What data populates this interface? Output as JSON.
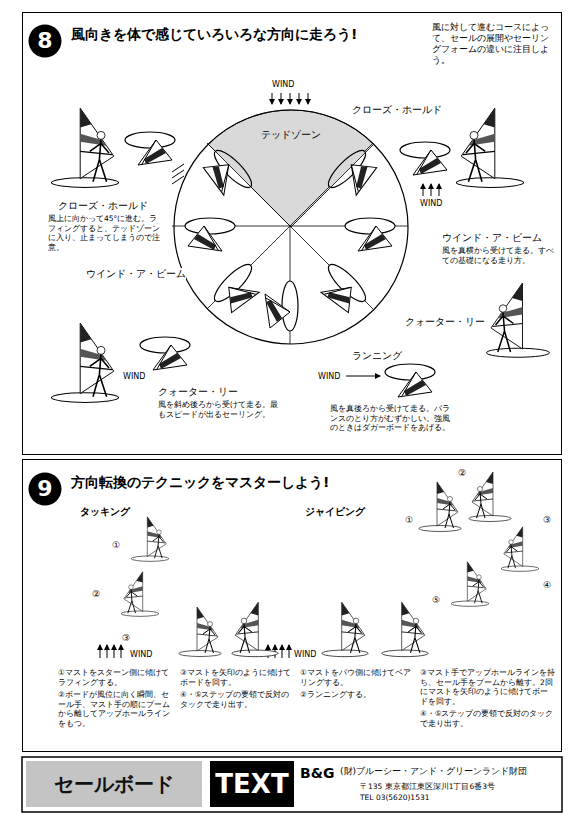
{
  "diagram": {
    "nodes": [
      {
        "text": [
          "風向きを体で感じていろいろな方向に走ろう!"
        ]
      },
      {
        "text": [
          "8"
        ],
        "in": 0
      },
      {
        "text": [
          "テッドゾーン"
        ],
        "in": 0
      },
      {
        "text": [
          "方向転換のテクニックをマスターしよう!"
        ]
      },
      {
        "text": [
          "9"
        ],
        "in": 3
      },
      {
        "text": [
          "セールボード"
        ]
      },
      {
        "text": [
          "TEXT"
        ]
      }
    ],
    "labels": [
      "風に対して進むコースによって、セールの展開やセーリングフォームの違いに注目しよう。",
      "WIND",
      "クローズ・ホールド",
      "クローズ・ホールド",
      "風上に向かって45°に進む。ラフィングすると、テッドゾーンに入り、止まってしまうので注意。",
      "WIND",
      "ウインド・ア・ビーム",
      "風を真横から受けて走る。すべての基礎になる走り方。",
      "ウインド・ア・ビーム",
      "クォーター・リー",
      "ランニング",
      "WIND",
      "WIND",
      "クォーター・リー",
      "風を斜め後ろから受けて走る。最もスピードが出るセーリング。",
      "風を真後ろから受けて走る。バランスのとり方がむずかしい。強風のときはダガーボードをあげる。",
      "タッキング",
      "ジャイビング",
      "①",
      "②",
      "③",
      "①",
      "②",
      "③",
      "④",
      "⑤",
      "WIND",
      "WIND",
      "①マストをスターン側に傾けてラフィングする。",
      "②ボードが風位に向く瞬間、セール手、マスト手の順にブームから離してアップホールラインをもつ。",
      "③マストを矢印のように傾けてボードを回す。",
      "④・⑤ステップの要領で反対のタックで走り出す。",
      "①マストをバウ側に傾けてベアリングする。",
      "②ランニングする。",
      "③マスト手でアップホールラインを持ち、セール手をブームから離す。2回にマストを矢印のように傾けてボードを回す。",
      "④・⑤ステップの要領で反対のタックで走り出す。",
      "B&G",
      "(財)ブルーシー・アンド・グリーンランド財団",
      "〒135 東京都江東区深川1丁目6番3号",
      "TEL 03(5620)1531"
    ]
  }
}
